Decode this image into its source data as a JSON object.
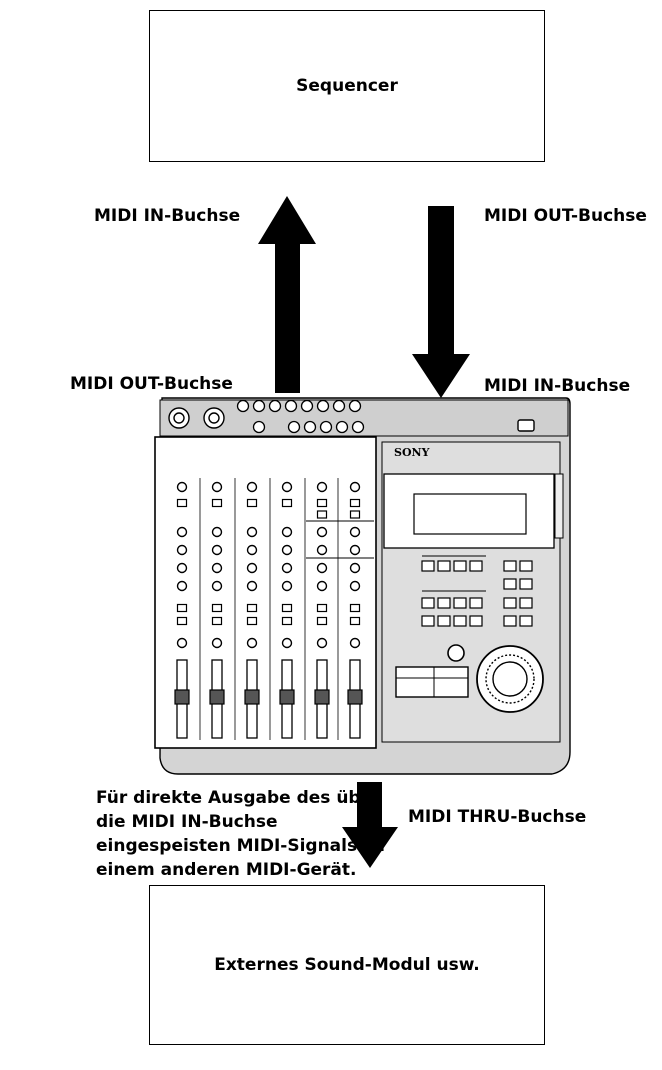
{
  "sequencer_box": {
    "label": "Sequencer"
  },
  "module_box": {
    "label": "Externes Sound-Modul usw."
  },
  "labels": {
    "top_in": "MIDI IN-Buchse",
    "top_out": "MIDI OUT-Buchse",
    "device_out": "MIDI OUT-Buchse",
    "device_in": "MIDI IN-Buchse",
    "thru": "MIDI THRU-Buchse"
  },
  "thru_note": {
    "line1": "Für direkte Ausgabe des über",
    "line2": "die MIDI IN-Buchse",
    "line3": "eingespeisten MIDI-Signals zu",
    "line4": "einem anderen MIDI-Gerät."
  },
  "device": {
    "brand": "SONY"
  }
}
